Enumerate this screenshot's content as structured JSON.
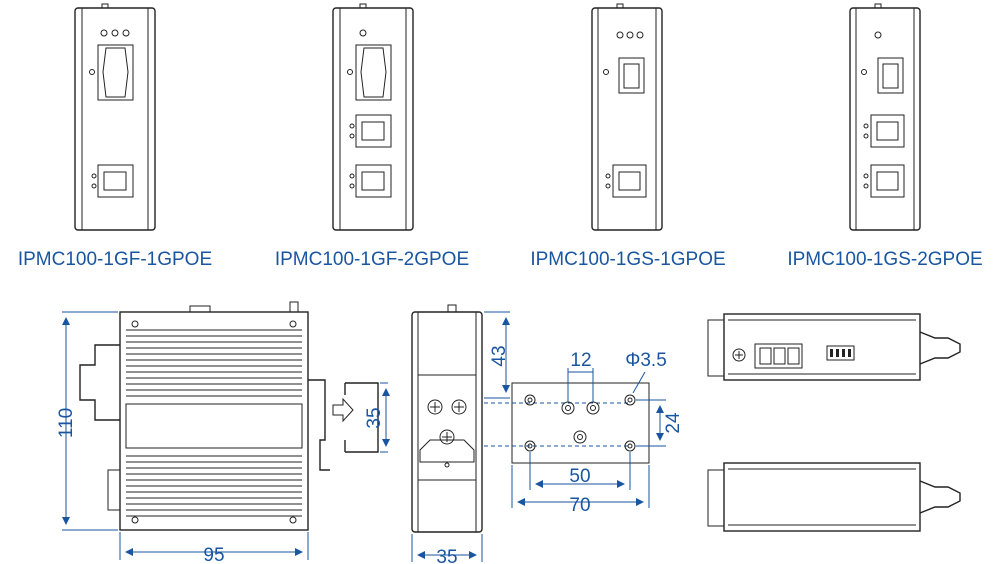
{
  "models": [
    {
      "name": "IPMC100-1GF-1GPOE"
    },
    {
      "name": "IPMC100-1GF-2GPOE"
    },
    {
      "name": "IPMC100-1GS-1GPOE"
    },
    {
      "name": "IPMC100-1GS-2GPOE"
    }
  ],
  "dimensions": {
    "height": "110",
    "width": "95",
    "din_rail": "35",
    "depth": "35",
    "top_offset": "43",
    "hole_spacing_small": "12",
    "hole_diameter": "Φ3.5",
    "hole_vertical": "24",
    "hole_spacing_mid": "50",
    "plate_width": "70"
  },
  "colors": {
    "label": "#1a56a0",
    "line": "#222222"
  }
}
